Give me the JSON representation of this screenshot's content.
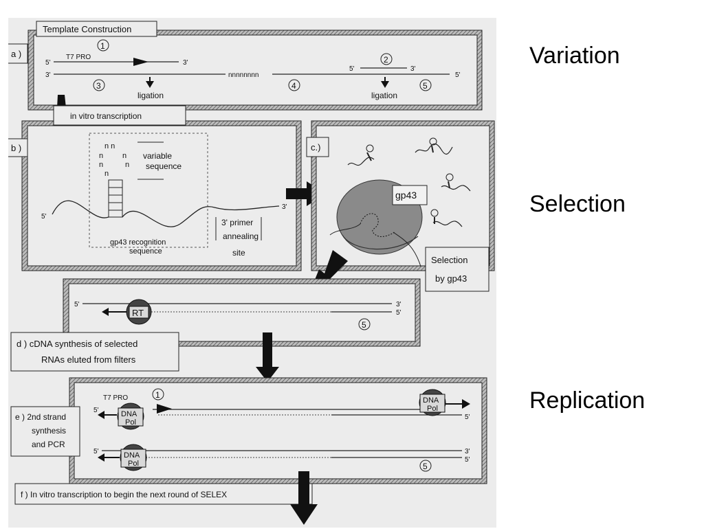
{
  "side_labels": {
    "variation": "Variation",
    "selection": "Selection",
    "replication": "Replication"
  },
  "figure": {
    "title_tab": "Template Construction",
    "panel_a": {
      "letter": "a )",
      "t7": "T7 PRO",
      "five1": "5'",
      "three1": "3'",
      "three_left": "3'",
      "circle1": "1",
      "circle2": "2",
      "circle3": "3",
      "circle4": "4",
      "circle5": "5",
      "ligation1": "ligation",
      "ligation2": "ligation",
      "n_string": "nnnnnnnn",
      "five2": "5'",
      "three2": "3'",
      "five_right": "5'"
    },
    "transcription_label": "in vitro transcription",
    "panel_b": {
      "letter": "b )",
      "nn": "n n",
      "n_a": "n",
      "n_b": "n",
      "n_c": "n",
      "n_d": "n",
      "n_e": "n",
      "variable_line1": "variable",
      "variable_line2": "sequence",
      "five": "5'",
      "three": "3'",
      "primer_line1": "3' primer",
      "primer_line2": "annealing",
      "primer_line3": "site",
      "recog_line1": "gp43 recognition",
      "recog_line2": "sequence"
    },
    "panel_c": {
      "letter": "c.)",
      "protein": "gp43",
      "selection_line1": "Selection",
      "selection_line2": "by gp43"
    },
    "panel_d": {
      "five": "5'",
      "three_top": "3'",
      "five_bottom": "5'",
      "enzyme": "RT",
      "circle5": "5",
      "caption_line1": "d )  cDNA synthesis of selected",
      "caption_line2": "RNAs eluted from filters"
    },
    "panel_e": {
      "caption_line1": "e )  2nd strand",
      "caption_line2": "synthesis",
      "caption_line3": "and PCR",
      "t7": "T7 PRO",
      "circle1": "1",
      "five_top": "5'",
      "five_top_right": "5'",
      "five_bottom": "5'",
      "three_bottom": "3'",
      "five_bottom_right": "5'",
      "circle5": "5",
      "dna_line1": "DNA",
      "dna_line2": "Pol"
    },
    "panel_f": {
      "caption": "f )  In vitro transcription to begin the next round of SELEX"
    }
  }
}
